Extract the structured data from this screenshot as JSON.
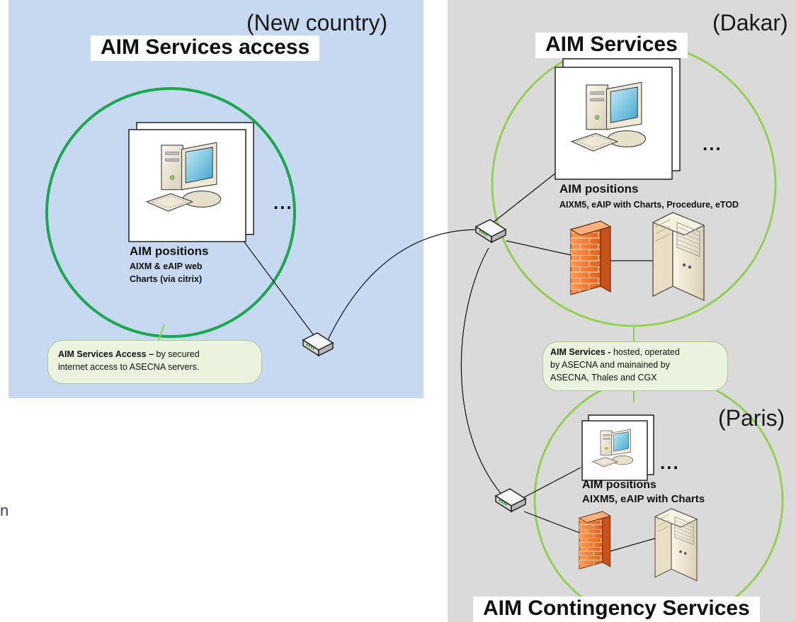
{
  "regions": {
    "new_country": {
      "label": "(New country)",
      "title": "AIM Services access",
      "positions_title": "AIM positions",
      "positions_detail_1": "AIXM & eAIP web",
      "positions_detail_2": "Charts (via citrix)",
      "ellipsis": "...",
      "note_bold": "AIM Services Access –",
      "note_rest_1": " by secured",
      "note_rest_2": "internet access to ASECNA servers."
    },
    "dakar": {
      "label": "(Dakar)",
      "title": "AIM Services",
      "positions_title": "AIM positions",
      "positions_detail": "AIXM5, eAIP with Charts,  Procedure, eTOD",
      "ellipsis": "...",
      "note_bold": "AIM Services -",
      "note_rest_1": " hosted, operated",
      "note_rest_2": "by ASECNA and mainained by",
      "note_rest_3": "ASECNA, Thales and CGX"
    },
    "paris": {
      "label": "(Paris)",
      "title": "AIM Contingency Services",
      "positions_title": "AIM positions",
      "positions_detail": "AIXM5, eAIP with Charts",
      "ellipsis": "..."
    }
  },
  "stray_text": "n",
  "colors": {
    "new_country_bg": "#c6d9f0",
    "services_bg": "#dadada",
    "new_country_circle": "#1aa84f",
    "services_circle": "#92d050",
    "firewall": "#f07a30",
    "note_bg": "#ebf3df"
  }
}
